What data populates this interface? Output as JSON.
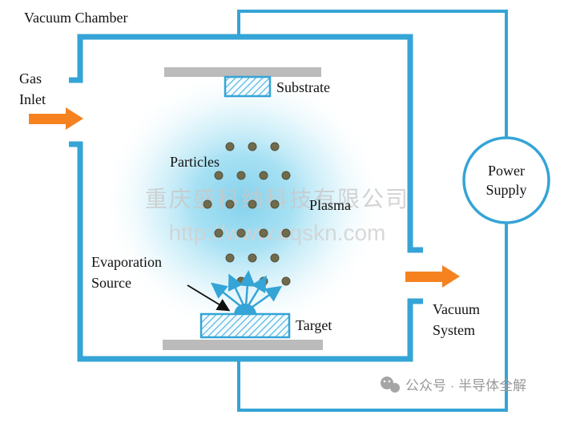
{
  "labels": {
    "vacuum_chamber": "Vacuum Chamber",
    "gas_inlet": [
      "Gas",
      "Inlet"
    ],
    "substrate": "Substrate",
    "particles": "Particles",
    "plasma": "Plasma",
    "evaporation_source": [
      "Evaporation",
      "Source"
    ],
    "target": "Target",
    "power_supply": [
      "Power",
      "Supply"
    ],
    "vacuum_system": [
      "Vacuum",
      "System"
    ]
  },
  "watermarks": {
    "company": "重庆盛科纳科技有限公司",
    "url": "http://www.cqskn.com",
    "footer": "公众号 · 半导体全解"
  },
  "colors": {
    "chamber_blue": "#35a4d6",
    "arrow_orange": "#f5821f",
    "electrode_gray": "#bbbbbb",
    "particle_olive": "#6f6b4c",
    "plasma_blue": "#7ecfeb",
    "watermark_gray": "#c9c9c9",
    "footer_gray": "#9a9a9a"
  }
}
